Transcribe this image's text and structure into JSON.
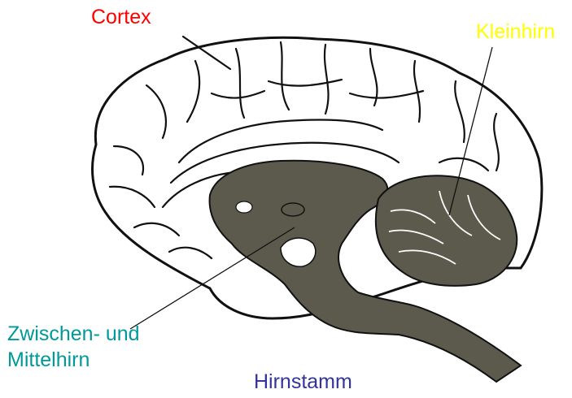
{
  "labels": {
    "cortex": "Cortex",
    "kleinhirn": "Kleinhirn",
    "zwischen_line1": "Zwischen- und",
    "zwischen_line2": "Mittelhirn",
    "hirnstamm": "Hirnstamm"
  },
  "colors": {
    "cortex": "#ff0000",
    "kleinhirn": "#ffff00",
    "zwischen": "#009999",
    "hirnstamm": "#333399",
    "deep_structures": "#5c5a4c",
    "outline": "#111111"
  }
}
